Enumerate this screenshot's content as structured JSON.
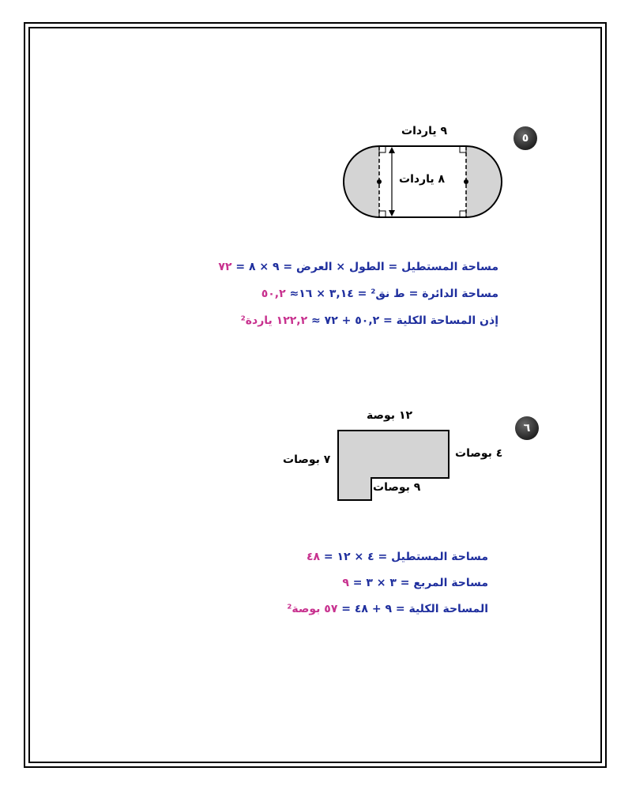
{
  "problems": [
    {
      "number": "٥",
      "top_label": "٩ ياردات",
      "inner_label": "٨ ياردات",
      "lines": [
        {
          "prefix": "مساحة المستطيل = الطول × العرض = ٩ × ٨ = ",
          "result": "٧٢"
        },
        {
          "prefix": "مساحة الدائرة = ط نق² =  ٣,١٤ × ١٦≈ ",
          "result": "٥٠,٢"
        },
        {
          "prefix": "إذن المساحة الكلية = ٥٠,٢ + ٧٢ ≈ ",
          "result": "١٢٢,٢ ياردة²"
        }
      ]
    },
    {
      "number": "٦",
      "top_label": "١٢ بوصة",
      "right_label": "٤ بوصات",
      "left_label": "٧ بوصات",
      "bottom_label": "٩ بوصات",
      "lines": [
        {
          "prefix": "مساحة المستطيل = ٤ × ١٢ = ",
          "result": "٤٨"
        },
        {
          "prefix": "مساحة المربع = ٣ × ٣ = ",
          "result": "٩"
        },
        {
          "prefix": "المساحة الكلية = ٩ + ٤٨ = ",
          "result": "٥٧ بوصة²"
        }
      ]
    }
  ],
  "colors": {
    "text_blue": "#1f2f9e",
    "result_pink": "#c8328f",
    "shape_fill": "#d4d4d4"
  }
}
